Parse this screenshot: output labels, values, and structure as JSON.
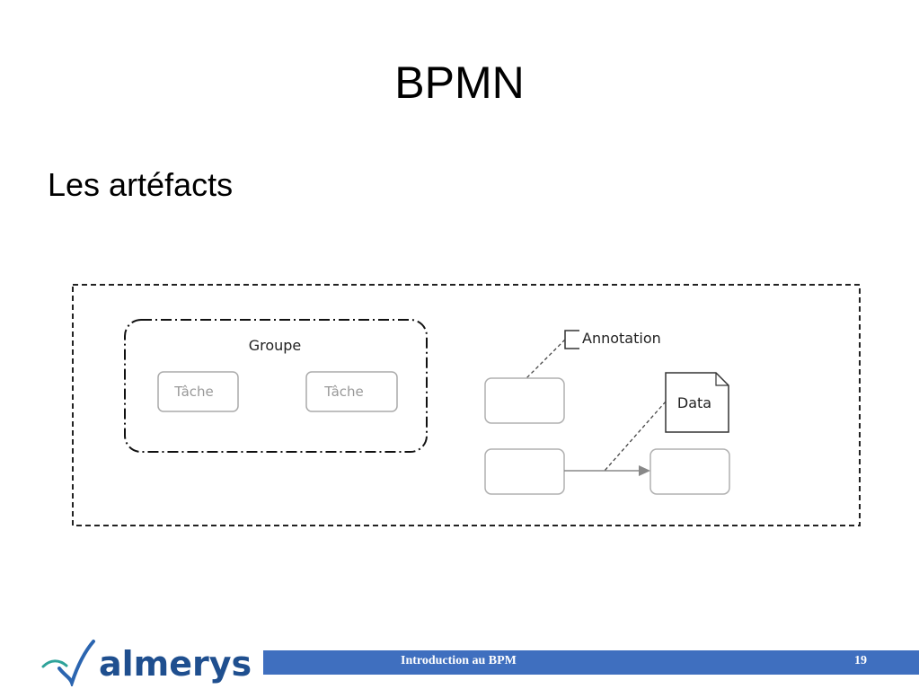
{
  "slide": {
    "title": "BPMN",
    "subtitle": "Les artéfacts"
  },
  "diagram": {
    "group_label": "Groupe",
    "task_labels": [
      "Tâche",
      "Tâche"
    ],
    "annotation_label": "Annotation",
    "data_label": "Data"
  },
  "footer": {
    "brand": "almerys",
    "caption": "Introduction au BPM",
    "page_number": "19",
    "colors": {
      "bar": "#3f6fbf",
      "brand_text": "#1f4f8f",
      "logo_blue": "#2b65b0",
      "logo_teal": "#2fa39a"
    }
  }
}
